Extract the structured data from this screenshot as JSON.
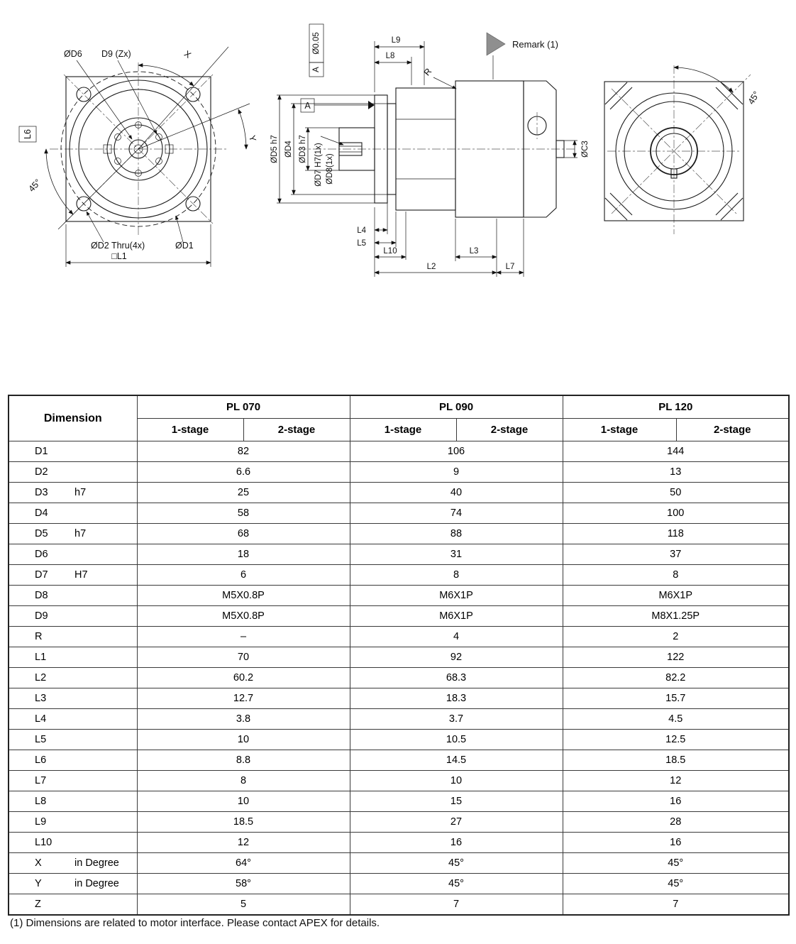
{
  "drawing": {
    "front": {
      "d6": "ØD6",
      "d9": "D9 (Zx)",
      "x": "X",
      "y": "Y",
      "l6": "L6",
      "angle45": "45°",
      "d2": "ØD2 Thru(4x)",
      "d1": "ØD1",
      "l1": "□L1"
    },
    "side": {
      "tolerance": "Ø0.05",
      "tolerance_datum": "A",
      "datum": "A",
      "l9": "L9",
      "l8": "L8",
      "r": "R",
      "remark": "Remark (1)",
      "d5": "ØD5 h7",
      "d4": "ØD4",
      "d3": "ØD3 h7",
      "d7": "ØD7 H7(1x)",
      "d8": "ØD8(1x)",
      "c3": "ØC3",
      "l4": "L4",
      "l5": "L5",
      "l10": "L10",
      "l3": "L3",
      "l2": "L2",
      "l7": "L7"
    },
    "rear": {
      "angle45": "45°"
    }
  },
  "table": {
    "dimension_header": "Dimension",
    "groups": [
      {
        "name": "PL 070",
        "subcols": [
          "1-stage",
          "2-stage"
        ]
      },
      {
        "name": "PL 090",
        "subcols": [
          "1-stage",
          "2-stage"
        ]
      },
      {
        "name": "PL 120",
        "subcols": [
          "1-stage",
          "2-stage"
        ]
      }
    ],
    "rows": [
      {
        "dim": "D1",
        "suffix": "",
        "values": [
          "82",
          "106",
          "144"
        ]
      },
      {
        "dim": "D2",
        "suffix": "",
        "values": [
          "6.6",
          "9",
          "13"
        ]
      },
      {
        "dim": "D3",
        "suffix": "h7",
        "values": [
          "25",
          "40",
          "50"
        ]
      },
      {
        "dim": "D4",
        "suffix": "",
        "values": [
          "58",
          "74",
          "100"
        ]
      },
      {
        "dim": "D5",
        "suffix": "h7",
        "values": [
          "68",
          "88",
          "118"
        ]
      },
      {
        "dim": "D6",
        "suffix": "",
        "values": [
          "18",
          "31",
          "37"
        ]
      },
      {
        "dim": "D7",
        "suffix": "H7",
        "values": [
          "6",
          "8",
          "8"
        ]
      },
      {
        "dim": "D8",
        "suffix": "",
        "values": [
          "M5X0.8P",
          "M6X1P",
          "M6X1P"
        ]
      },
      {
        "dim": "D9",
        "suffix": "",
        "values": [
          "M5X0.8P",
          "M6X1P",
          "M8X1.25P"
        ]
      },
      {
        "dim": "R",
        "suffix": "",
        "values": [
          "–",
          "4",
          "2"
        ]
      },
      {
        "dim": "L1",
        "suffix": "",
        "values": [
          "70",
          "92",
          "122"
        ]
      },
      {
        "dim": "L2",
        "suffix": "",
        "values": [
          "60.2",
          "68.3",
          "82.2"
        ]
      },
      {
        "dim": "L3",
        "suffix": "",
        "values": [
          "12.7",
          "18.3",
          "15.7"
        ]
      },
      {
        "dim": "L4",
        "suffix": "",
        "values": [
          "3.8",
          "3.7",
          "4.5"
        ]
      },
      {
        "dim": "L5",
        "suffix": "",
        "values": [
          "10",
          "10.5",
          "12.5"
        ]
      },
      {
        "dim": "L6",
        "suffix": "",
        "values": [
          "8.8",
          "14.5",
          "18.5"
        ]
      },
      {
        "dim": "L7",
        "suffix": "",
        "values": [
          "8",
          "10",
          "12"
        ]
      },
      {
        "dim": "L8",
        "suffix": "",
        "values": [
          "10",
          "15",
          "16"
        ]
      },
      {
        "dim": "L9",
        "suffix": "",
        "values": [
          "18.5",
          "27",
          "28"
        ]
      },
      {
        "dim": "L10",
        "suffix": "",
        "values": [
          "12",
          "16",
          "16"
        ]
      },
      {
        "dim": "X",
        "suffix": "in Degree",
        "values": [
          "64°",
          "45°",
          "45°"
        ]
      },
      {
        "dim": "Y",
        "suffix": "in Degree",
        "values": [
          "58°",
          "45°",
          "45°"
        ]
      },
      {
        "dim": "Z",
        "suffix": "",
        "values": [
          "5",
          "7",
          "7"
        ]
      }
    ]
  },
  "footnote": "(1) Dimensions are related to motor interface. Please contact APEX for details."
}
